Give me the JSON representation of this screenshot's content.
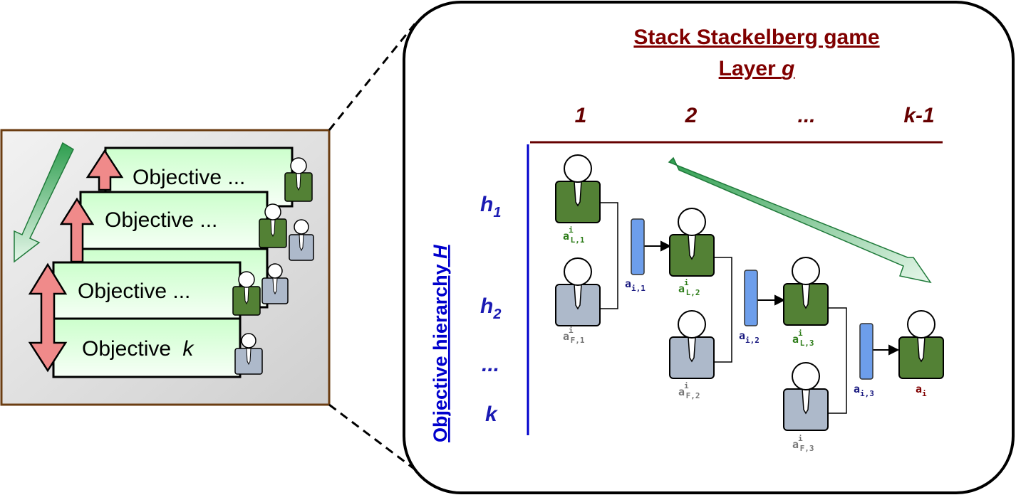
{
  "left_panel": {
    "objective_labels": [
      "Objective ...",
      "Objective ...",
      "Objective ...",
      "Objective"
    ],
    "last_objective_var": "k"
  },
  "game_panel": {
    "title_line1": "Stack Stackelberg game",
    "title_line2_prefix": "Layer ",
    "title_line2_var": "g",
    "columns": [
      "1",
      "2",
      "...",
      "k-1"
    ],
    "axis_label_prefix": "Objective hierarchy ",
    "axis_label_var": "H",
    "rows": [
      {
        "main": "h",
        "sub": "1"
      },
      {
        "main": "h",
        "sub": "2"
      },
      {
        "main": "...",
        "sub": ""
      },
      {
        "main": "k",
        "sub": ""
      }
    ],
    "agent_labels": {
      "leader_1": {
        "base": "a",
        "sup": "i",
        "sub": "L,1"
      },
      "follower_1": {
        "base": "a",
        "sup": "i",
        "sub": "F,1"
      },
      "combined_1": {
        "base": "a",
        "sub": "i,1"
      },
      "leader_2": {
        "base": "a",
        "sup": "i",
        "sub": "L,2"
      },
      "follower_2": {
        "base": "a",
        "sup": "i",
        "sub": "F,2"
      },
      "combined_2": {
        "base": "a",
        "sub": "i,2"
      },
      "leader_3": {
        "base": "a",
        "sup": "i",
        "sub": "L,3"
      },
      "follower_3": {
        "base": "a",
        "sup": "i",
        "sub": "F,3"
      },
      "combined_3": {
        "base": "a",
        "sub": "i,3"
      },
      "final": {
        "base": "a",
        "sub": "i"
      }
    }
  },
  "colors": {
    "leader": "#538135",
    "follower": "#adb9ca",
    "dark_red": "#800000",
    "axis_blue": "#0000cc",
    "card_green": "#ccffcc",
    "bidirectional_arrow": "#f08a8a",
    "combine_bar": "#6d9eeb",
    "frame_brown": "#6b3d12"
  }
}
